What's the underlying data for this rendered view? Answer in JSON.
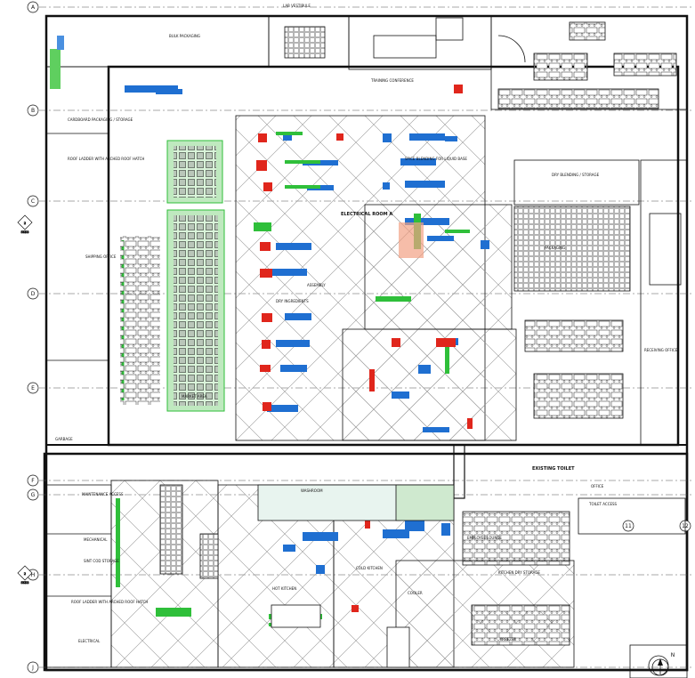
{
  "grid_rows": [
    "A",
    "B",
    "C",
    "D",
    "E",
    "F",
    "G",
    "H",
    "J"
  ],
  "grid_cols": [
    "11",
    "12"
  ],
  "section_markers": [
    "2",
    "2"
  ],
  "section_marker_sheet": "SK03",
  "north_label": "N",
  "rooms": {
    "lab_vestibule": "LAB VESTIBULE",
    "bulk_packaging": "BULK PACKAGING",
    "cardboard_storage": "CARDBOARD PACKAGING / STORAGE",
    "roof_ladder_1": "ROOF LADDER WITH ARCHED ROOF HATCH",
    "training_conference": "TRAINING CONFERENCE",
    "dry_blend": "DRY BLENDING / STORAGE",
    "electrical_room_a": "ELECTRICAL ROOM A",
    "bulk_blending": "SPICE BLENDING FOR LIQUID BASE",
    "ingredients": "DRY INGREDIENTS",
    "packaging": "PACKAGING",
    "shipping": "SHIPPING OFFICE",
    "market_area": "MARKET AREA",
    "assembly": "ASSEMBLY",
    "receiving": "RECEIVING OFFICE",
    "garbage": "GARBAGE",
    "existing_toilet": "EXISTING TOILET",
    "maintenance": "MAINTENANCE ACCESS",
    "mechanical": "MECHANICAL",
    "dry_storage": "SINT COD STORAGE",
    "roof_ladder_2": "ROOF LADDER WITH ARCHED ROOF HATCH",
    "electrical": "ELECTRICAL",
    "washroom": "WASHROOM",
    "employee_lounge": "EMPLOYEE LOUNGE",
    "cooler": "COOLER",
    "hot_kitchen": "HOT KITCHEN",
    "cold_kitchen": "COLD KITCHEN",
    "freezer": "FREEZER",
    "kitchen_storage": "KITCHEN DRY STORAGE",
    "office": "OFFICE",
    "toilet_access": "TOILET ACCESS"
  },
  "colors": {
    "line": "#1a1a1a",
    "wall": "#111111",
    "equip_blue": "#1f6fd1",
    "equip_red": "#e0261c",
    "equip_green": "#2fbf3a",
    "highlight_green": "#9fe39f",
    "hatch": "#8a8a8a",
    "salmon": "#f2a184"
  }
}
